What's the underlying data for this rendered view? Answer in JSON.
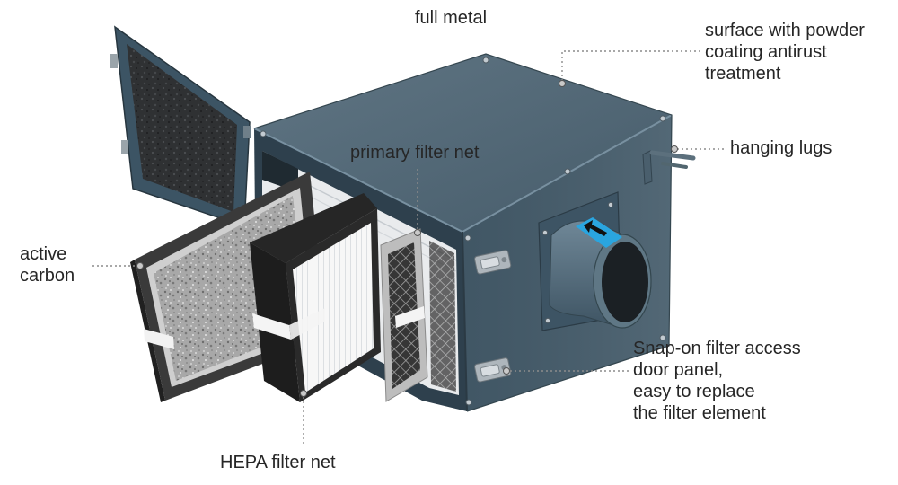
{
  "labels": {
    "full_metal": "full metal",
    "surface_coating": [
      "surface with powder",
      "coating antirust",
      "treatment"
    ],
    "primary_filter": "primary filter net",
    "hanging_lugs": "hanging lugs",
    "active_carbon": [
      "active",
      "carbon"
    ],
    "snap_on_door": [
      "Snap-on filter access",
      "door panel,",
      "easy to replace",
      "the filter element"
    ],
    "hepa_filter": "HEPA filter net"
  },
  "colors": {
    "housing_top": "#4e6676",
    "housing_side": "#445b6a",
    "housing_frame": "#2e404d",
    "arrow_sticker": "#2aa5df",
    "label_text": "#262626",
    "leader_line": "#8c8c8c"
  }
}
